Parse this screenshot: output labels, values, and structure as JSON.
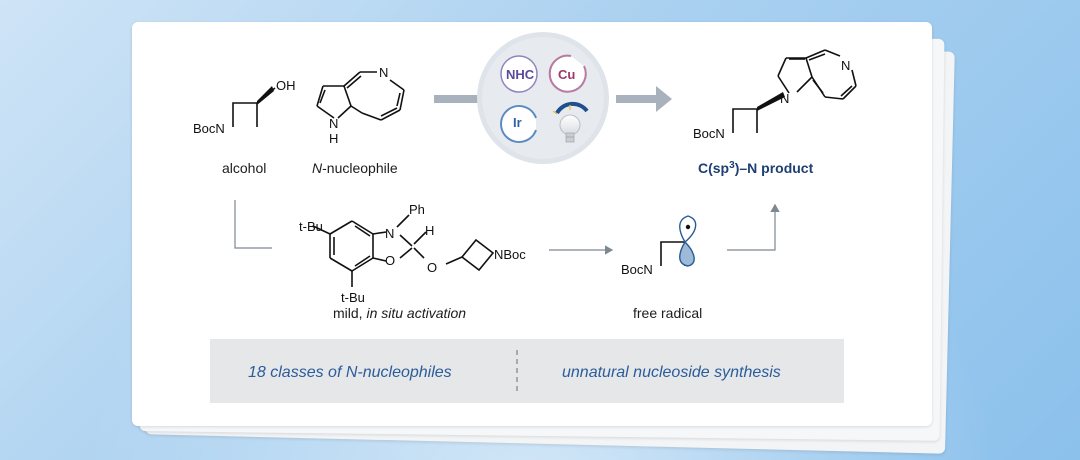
{
  "reactants": {
    "alcohol_label": "alcohol",
    "nucleophile_label_italic": "N",
    "nucleophile_label_rest": "-nucleophile"
  },
  "product": {
    "label_prefix": "C(sp",
    "label_sup": "3",
    "label_suffix": ")–N product"
  },
  "catalysts": {
    "nhc": "NHC",
    "cu": "Cu",
    "ir": "Ir"
  },
  "activation": {
    "label_plain": "mild, ",
    "label_italic": "in situ activation"
  },
  "radical": {
    "label": "free radical"
  },
  "atoms": {
    "oh": "OH",
    "boc_n": "BocN",
    "n": "N",
    "nh_h": "H",
    "ph": "Ph",
    "h": "H",
    "tbu": "t-Bu",
    "o": "O",
    "nboc": "NBoc"
  },
  "banner": {
    "left": "18 classes of N-nucleophiles",
    "right": "unnatural nucleoside synthesis"
  },
  "colors": {
    "nhc": "#5b4a9a",
    "cu": "#9a3a6a",
    "ir": "#2f63a6",
    "label_blue": "#1d3f73",
    "banner_text": "#2b5c9a",
    "banner_bg": "#e6e7e9",
    "arrow_gray": "#a8b2bc"
  }
}
